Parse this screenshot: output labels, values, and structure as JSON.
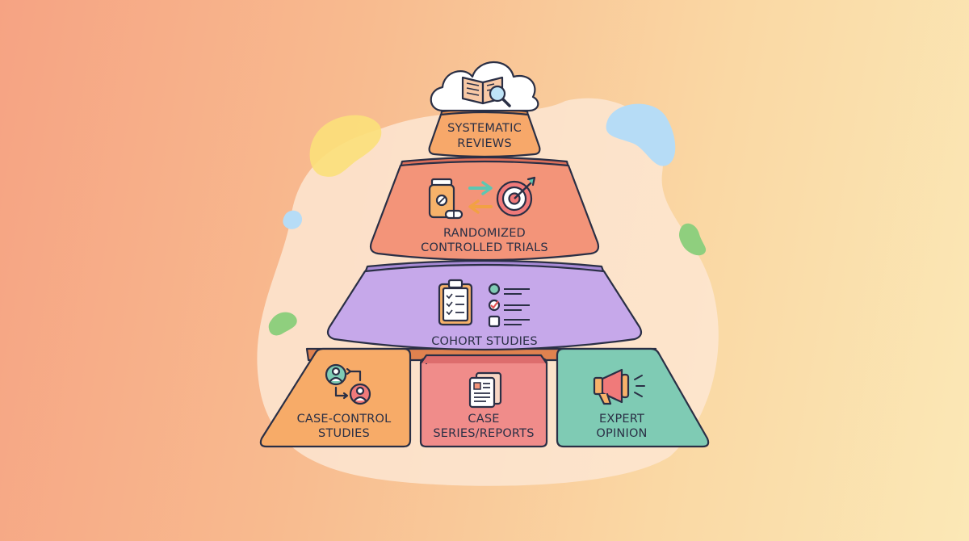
{
  "pyramid": {
    "levels": [
      {
        "id": "systematic-reviews",
        "lines": [
          "SYSTEMATIC",
          "REVIEWS"
        ],
        "color": "#f7a86a",
        "icon": "book-magnifier-icon"
      },
      {
        "id": "randomized-controlled-trials",
        "lines": [
          "RANDOMIZED",
          "CONTROLLED TRIALS"
        ],
        "color": "#f39479",
        "icon": "medicine-target-icon"
      },
      {
        "id": "cohort-studies",
        "lines": [
          "COHORT STUDIES"
        ],
        "color": "#c6a8ea",
        "icon": "clipboard-checklist-icon"
      },
      {
        "id": "case-control-studies",
        "lines": [
          "CASE-CONTROL",
          "STUDIES"
        ],
        "color": "#f7ab68",
        "icon": "people-exchange-icon"
      },
      {
        "id": "case-series-reports",
        "lines": [
          "CASE",
          "SERIES/REPORTS"
        ],
        "color": "#f08c8a",
        "icon": "document-icon"
      },
      {
        "id": "expert-opinion",
        "lines": [
          "EXPERT",
          "OPINION"
        ],
        "color": "#7fcbb4",
        "icon": "megaphone-icon"
      }
    ]
  }
}
